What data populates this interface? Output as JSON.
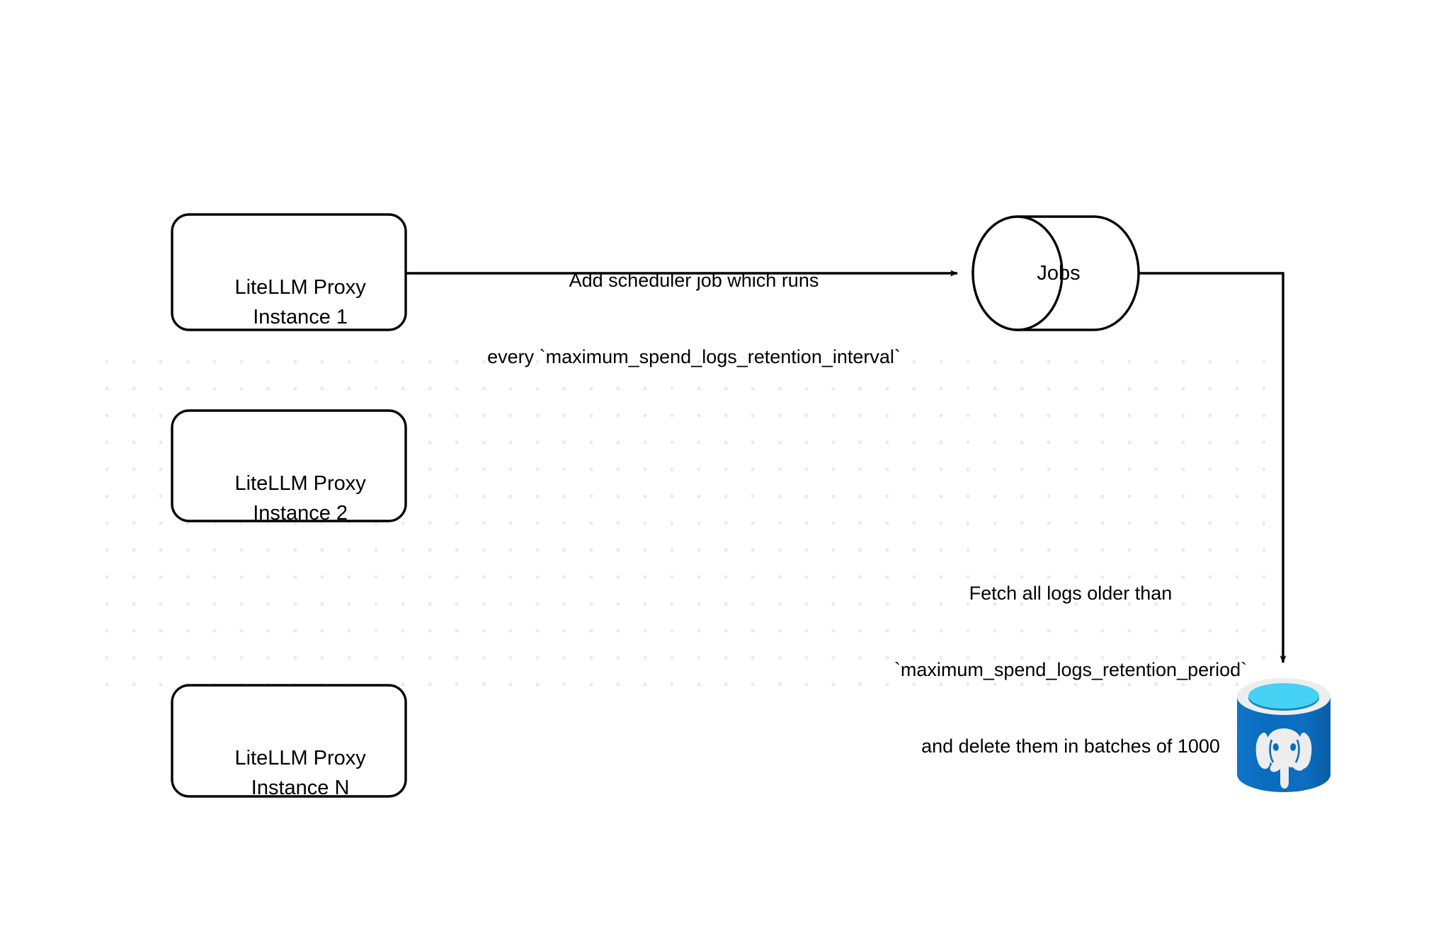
{
  "diagram": {
    "title": "LiteLLM Spend Logs Retention Flow",
    "background_color": "#ffffff",
    "grid_dot_color": "#ebebeb",
    "stroke_color": "#000000",
    "nodes": [
      {
        "id": "proxy-instance-1",
        "type": "rounded-rect",
        "label_line_1": "LiteLLM Proxy",
        "label_line_2": "Instance 1"
      },
      {
        "id": "proxy-instance-2",
        "type": "rounded-rect",
        "label_line_1": "LiteLLM Proxy",
        "label_line_2": "Instance 2"
      },
      {
        "id": "proxy-instance-n",
        "type": "rounded-rect",
        "label_line_1": "LiteLLM Proxy",
        "label_line_2": "Instance N"
      },
      {
        "id": "jobs-queue",
        "type": "cylinder",
        "label": "Jobs"
      },
      {
        "id": "postgres-database",
        "type": "database-logo",
        "icon": "postgresql-icon",
        "colors": {
          "body": "#0a6fc2",
          "body_dark": "#0b5ea8",
          "rim": "#ebebeb",
          "top_fill": "#45d2f5",
          "top_shadow": "#1b87b8",
          "elephant": "#eeeeee"
        }
      }
    ],
    "edges": [
      {
        "id": "scheduler-edge",
        "from": "proxy-instance-1",
        "to": "jobs-queue",
        "label_line_1": "Add scheduler job which runs",
        "label_line_2": "every `maximum_spend_logs_retention_interval`"
      },
      {
        "id": "fetch-delete-edge",
        "from": "jobs-queue",
        "to": "postgres-database",
        "label_line_1": "Fetch all logs older than",
        "label_line_2": "`maximum_spend_logs_retention_period`",
        "label_line_3": "and delete them in batches of 1000"
      }
    ]
  }
}
